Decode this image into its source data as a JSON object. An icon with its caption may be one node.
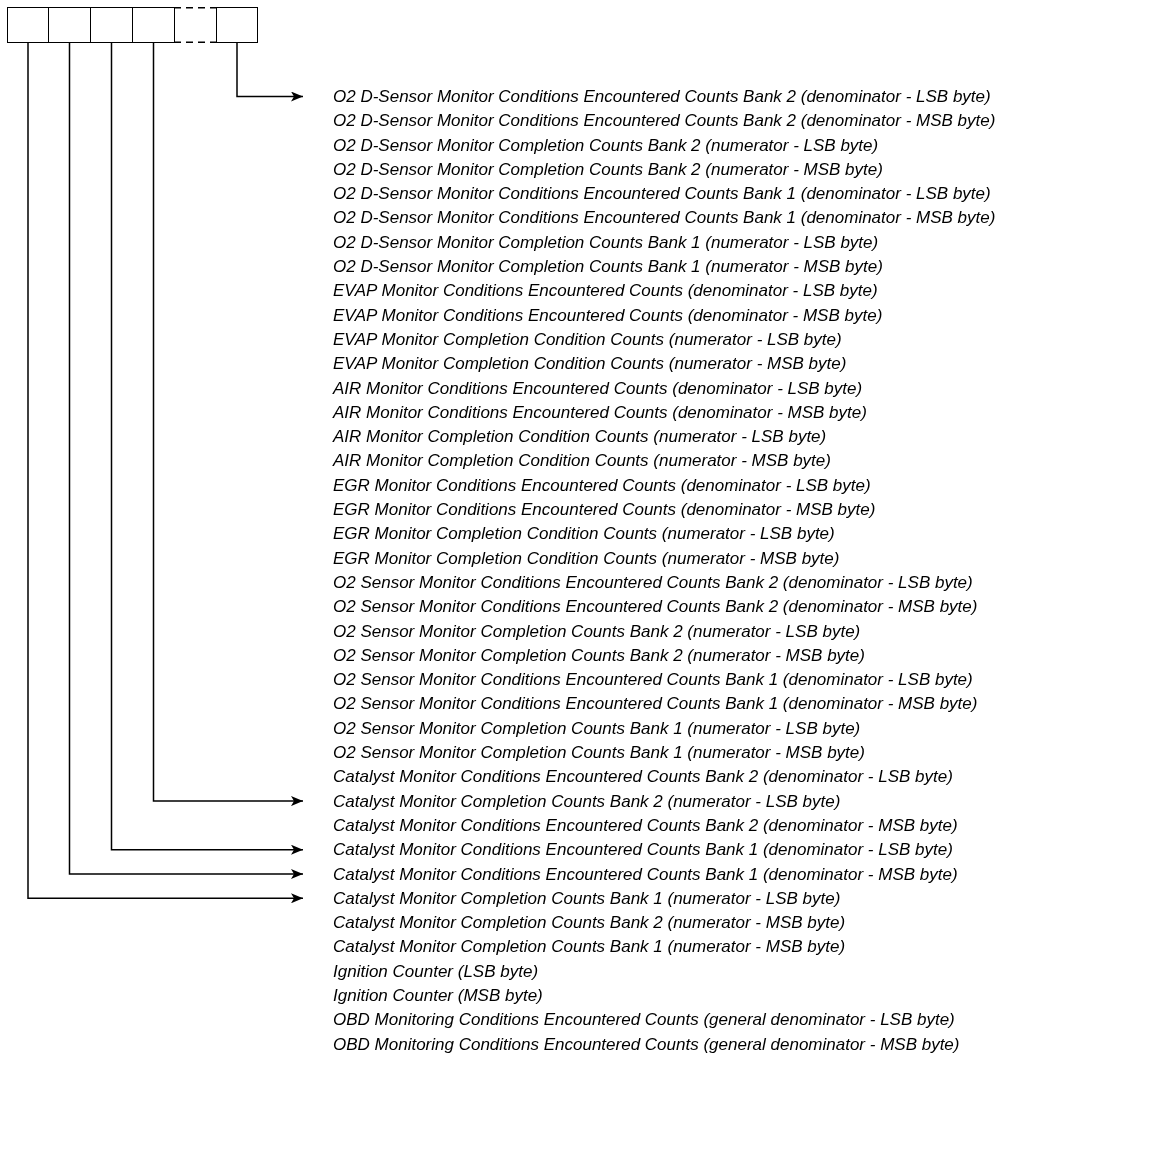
{
  "diagram": {
    "nodes": [
      {
        "text": [],
        "shape": "box"
      },
      {
        "text": [],
        "shape": "box"
      },
      {
        "text": [],
        "shape": "box"
      },
      {
        "text": [],
        "shape": "box"
      },
      {
        "text": [],
        "shape": "box"
      },
      {
        "text": [],
        "shape": "box"
      },
      {
        "text": [
          "O2 D-Sensor Monitor Conditions Encountered Counts Bank 2 (denominator - LSB byte)"
        ]
      },
      {
        "text": [
          "Catalyst Monitor Completion Counts Bank 2 (numerator - LSB byte)"
        ]
      },
      {
        "text": [
          "Catalyst Monitor Conditions Encountered Counts Bank 1 (denominator - LSB byte)"
        ]
      },
      {
        "text": [
          "Catalyst Monitor Conditions Encountered Counts Bank 1 (denominator - MSB byte)"
        ]
      },
      {
        "text": [
          "Catalyst Monitor Completion Counts Bank 1 (numerator - LSB byte)"
        ]
      }
    ],
    "edges": [
      {
        "from": 5,
        "to": 6,
        "arrow": "to"
      },
      {
        "from": 3,
        "to": 7,
        "arrow": "to"
      },
      {
        "from": 2,
        "to": 8,
        "arrow": "to"
      },
      {
        "from": 1,
        "to": 9,
        "arrow": "to"
      },
      {
        "from": 0,
        "to": 10,
        "arrow": "to"
      }
    ],
    "labels": [
      "O2 D-Sensor Monitor Conditions Encountered Counts Bank 2 (denominator - MSB byte)",
      "O2 D-Sensor Monitor Completion Counts Bank 2 (numerator - LSB byte)",
      "O2 D-Sensor Monitor Completion Counts Bank 2 (numerator - MSB byte)",
      "O2 D-Sensor Monitor Conditions Encountered Counts Bank 1 (denominator - LSB byte)",
      "O2 D-Sensor Monitor Conditions Encountered Counts Bank 1 (denominator - MSB byte)",
      "O2 D-Sensor Monitor Completion Counts Bank 1 (numerator - LSB byte)",
      "O2 D-Sensor Monitor Completion Counts Bank 1 (numerator - MSB byte)",
      "EVAP Monitor Conditions Encountered Counts (denominator - LSB byte)",
      "EVAP Monitor Conditions Encountered Counts (denominator - MSB byte)",
      "EVAP Monitor Completion Condition Counts (numerator - LSB byte)",
      "EVAP Monitor Completion Condition Counts (numerator - MSB byte)",
      "AIR Monitor Conditions Encountered Counts (denominator - LSB byte)",
      "AIR Monitor Conditions Encountered Counts (denominator - MSB byte)",
      "AIR Monitor Completion Condition Counts (numerator - LSB byte)",
      "AIR Monitor Completion Condition Counts (numerator - MSB byte)",
      "EGR Monitor Conditions Encountered Counts (denominator - LSB byte)",
      "EGR Monitor Conditions Encountered Counts (denominator - MSB byte)",
      "EGR Monitor Completion Condition Counts (numerator - LSB byte)",
      "EGR Monitor Completion Condition Counts (numerator - MSB byte)",
      "O2 Sensor Monitor Conditions Encountered Counts Bank 2 (denominator - LSB byte)",
      "O2 Sensor Monitor Conditions Encountered Counts Bank 2 (denominator - MSB byte)",
      "O2 Sensor Monitor Completion Counts Bank 2 (numerator - LSB byte)",
      "O2 Sensor Monitor Completion Counts Bank 2 (numerator - MSB byte)",
      "O2 Sensor Monitor Conditions Encountered Counts Bank 1 (denominator - LSB byte)",
      "O2 Sensor Monitor Conditions Encountered Counts Bank 1 (denominator - MSB byte)",
      "O2 Sensor Monitor Completion Counts Bank 1 (numerator - LSB byte)",
      "O2 Sensor Monitor Completion Counts Bank 1 (numerator - MSB byte)",
      "Catalyst Monitor Conditions Encountered Counts Bank 2 (denominator - LSB byte)",
      "Catalyst Monitor Conditions Encountered Counts Bank 2 (denominator - MSB byte)",
      "Catalyst Monitor Completion Counts Bank 2 (numerator - MSB byte)",
      "Catalyst Monitor Completion Counts Bank 1 (numerator - MSB byte)",
      "Ignition Counter (LSB byte)",
      "Ignition Counter (MSB byte)",
      "OBD Monitoring Conditions Encountered Counts (general denominator - LSB byte)",
      "OBD Monitoring Conditions Encountered Counts (general denominator - MSB byte)"
    ]
  }
}
